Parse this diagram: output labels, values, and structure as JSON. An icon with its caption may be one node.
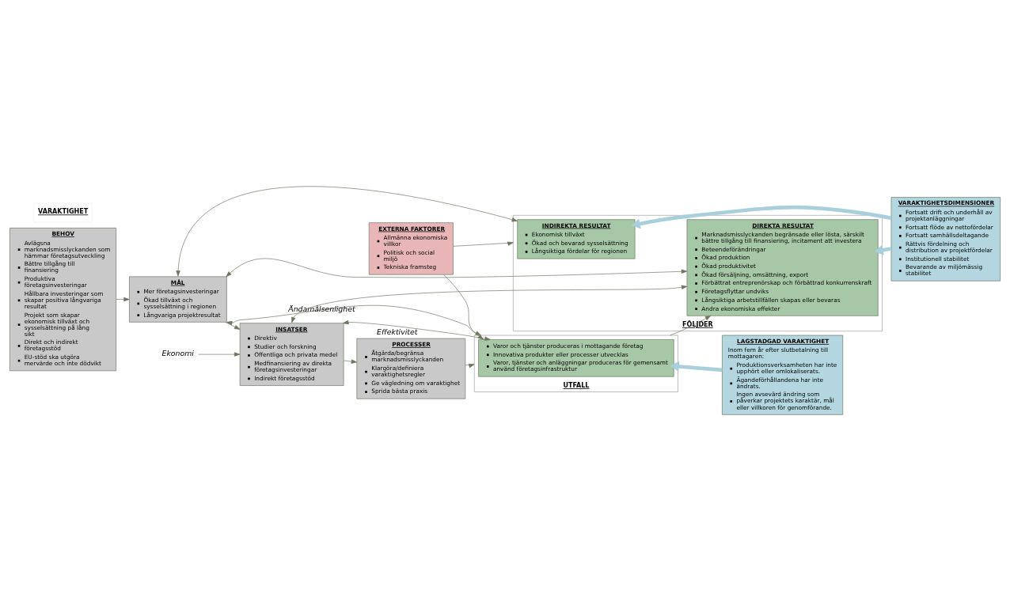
{
  "diagram": {
    "nodes": [
      {
        "text": [
          "BEHOV",
          "Avlägsna marknadsmisslyckanden som hämmar företagsutveckling",
          "Bättre tillgång till finansiering",
          "Produktiva företagsinvesteringar",
          "Hållbara investeringar som skapar positiva långvariga resultat",
          "Projekt som skapar ekonomisk tillväxt och sysselsättning på lång sikt",
          "Direkt och indirekt företagsstöd",
          "EU-stöd ska utgöra mervärde och inte dödvikt"
        ]
      },
      {
        "text": [
          "MÅL",
          "Mer företagsinvesteringar",
          "Ökad tillväxt och sysselsättning i regionen",
          "Långvariga projektresultat"
        ]
      },
      {
        "text": [
          "EXTERNA FAKTORER",
          "Allmänna ekonomiska villkor",
          "Politisk och social miljö",
          "Tekniska framsteg"
        ]
      },
      {
        "text": [
          "FÖLJDER"
        ]
      },
      {
        "text": [
          "INDIREKTA RESULTAT",
          "Ekonomisk tillväxt",
          "Ökad och bevarad sysselsättning",
          "Långsiktiga fördelar för regionen"
        ],
        "in": 3
      },
      {
        "text": [
          "DIREKTA RESULTAT",
          "Marknadsmisslyckanden begränsade eller lösta, särskilt bättre tillgång till finansiering, incitament att investera",
          "Beteendeförändringar",
          "Ökad produktion",
          "Ökad produktivitet",
          "Ökad försäljning, omsättning, export",
          "Förbättrat entreprenörskap och förbättrad konkurrenskraft",
          "Företagsflyttar undviks",
          "Långsiktiga arbetstillfällen skapas eller bevaras",
          "Andra ekonomiska effekter"
        ],
        "in": 3
      },
      {
        "text": [
          "UTFALL"
        ]
      },
      {
        "text": [
          "Varor och tjänster produceras i mottagande företag",
          "Innovativa produkter eller processer utvecklas",
          "Varor, tjänster och anläggningar produceras för gemensamt använd företagsinfrastruktur"
        ],
        "in": 6
      },
      {
        "text": [
          "INSATSER",
          "Direktiv",
          "Studier och forskning",
          "Offentliga och privata medel",
          "Medfinansiering av direkta företagsinvesteringar",
          "Indirekt företagsstöd"
        ]
      },
      {
        "text": [
          "PROCESSER",
          "Åtgärda/begränsa marknadsmisslyckanden",
          "Klargöra/definiera varaktighetsregler",
          "Ge vägledning om varaktighet",
          "Sprida bästa praxis"
        ]
      },
      {
        "text": [
          "VARAKTIGHETSDIMENSIONER",
          "Fortsatt drift och underhåll av projektanläggningar",
          "Fortsatt flöde av nettofördelar",
          "Fortsatt samhällsdeltagande",
          "Rättvis fördelning och distribution av projektfördelar",
          "Institutionell stabilitet",
          "Bevarande av miljömässig stabilitet"
        ]
      },
      {
        "text": [
          "LAGSTADGAD VARAKTIGHET",
          "Inom fem år efter slutbetalning till mottagaren:",
          "Produktionsverksamheten har inte upphört eller omlokaliserats.",
          "Ägandeförhållandena har inte ändrats.",
          "Ingen avsevärd ändring som påverkar projektets karaktär, mål eller villkoren för genomförande."
        ]
      },
      {
        "text": [
          "Ekonomi"
        ]
      }
    ],
    "edges": [
      {
        "from": 0,
        "to": 1,
        "arrow": "to"
      },
      {
        "from": 1,
        "to": 8,
        "arrow": "to"
      },
      {
        "from": 8,
        "to": 9,
        "arrow": "to"
      },
      {
        "from": 9,
        "to": 6,
        "arrow": "to"
      },
      {
        "from": 6,
        "to": 5,
        "arrow": "to"
      },
      {
        "from": 2,
        "to": 3,
        "arrow": "to"
      },
      {
        "from": 2,
        "to": 7,
        "arrow": "to"
      },
      {
        "from": 10,
        "to": 4,
        "arrow": "to",
        "style": "thick",
        "color": "#aacfdc"
      },
      {
        "from": 10,
        "to": 5,
        "arrow": "to",
        "style": "thick",
        "color": "#aacfdc"
      },
      {
        "from": 11,
        "to": 7,
        "arrow": "to",
        "style": "thick",
        "color": "#aacfdc"
      },
      {
        "from": 8,
        "to": 5,
        "arrow": "both"
      },
      {
        "from": 8,
        "to": 7,
        "arrow": "both",
        "label": "Effektivitet"
      },
      {
        "from": 1,
        "to": 4,
        "arrow": "both"
      },
      {
        "from": 1,
        "to": 5,
        "arrow": "both"
      },
      {
        "from": 1,
        "to": 6,
        "arrow": "both",
        "label": "Ändamålsenlighet"
      },
      {
        "from": 12,
        "to": 8,
        "arrow": "to"
      }
    ],
    "labels": [
      "VARAKTIGHET"
    ]
  }
}
